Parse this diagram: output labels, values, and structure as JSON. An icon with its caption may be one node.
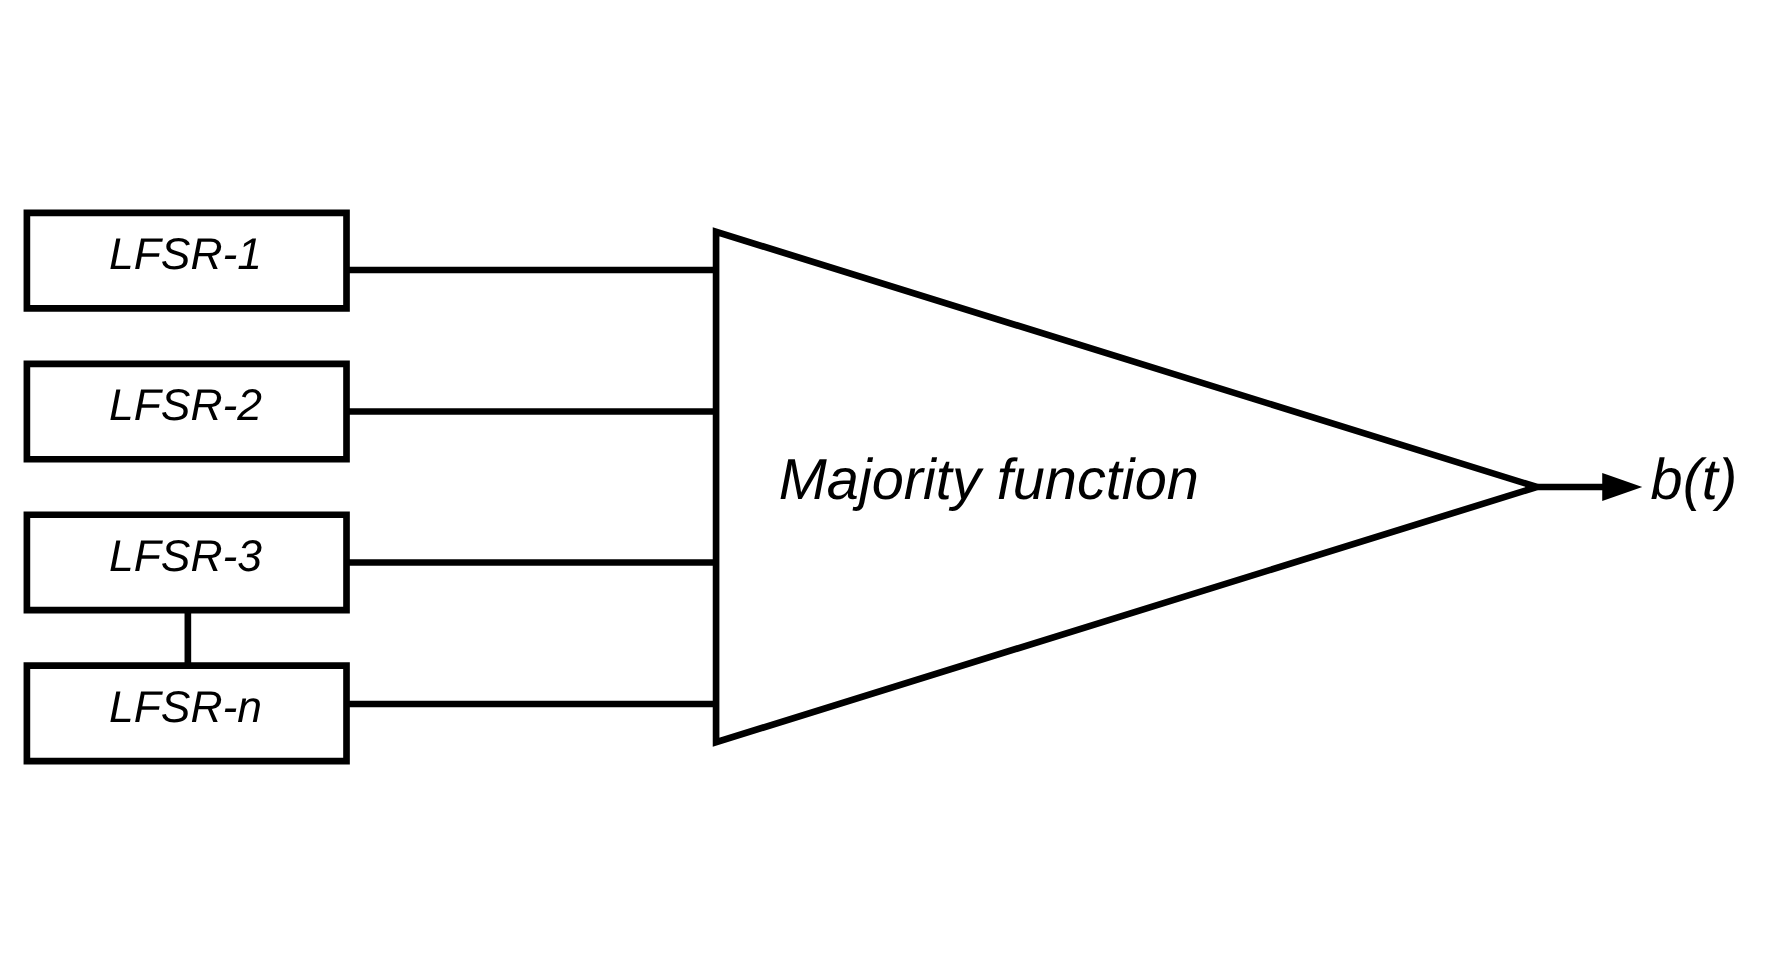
{
  "diagram": {
    "nodes": [
      {
        "text": [
          "LFSR-1"
        ]
      },
      {
        "text": [
          "LFSR-2"
        ]
      },
      {
        "text": [
          "LFSR-3"
        ]
      },
      {
        "text": [
          "LFSR-n"
        ]
      },
      {
        "text": [
          "Majority function"
        ]
      },
      {
        "text": [
          "b(t)"
        ]
      }
    ],
    "edges": [
      {
        "from": 0,
        "to": 4,
        "arrow": "none"
      },
      {
        "from": 1,
        "to": 4,
        "arrow": "none"
      },
      {
        "from": 2,
        "to": 4,
        "arrow": "none"
      },
      {
        "from": 2,
        "to": 3,
        "arrow": "none"
      },
      {
        "from": 3,
        "to": 4,
        "arrow": "none"
      },
      {
        "from": 4,
        "to": 5,
        "arrow": "to"
      }
    ]
  }
}
